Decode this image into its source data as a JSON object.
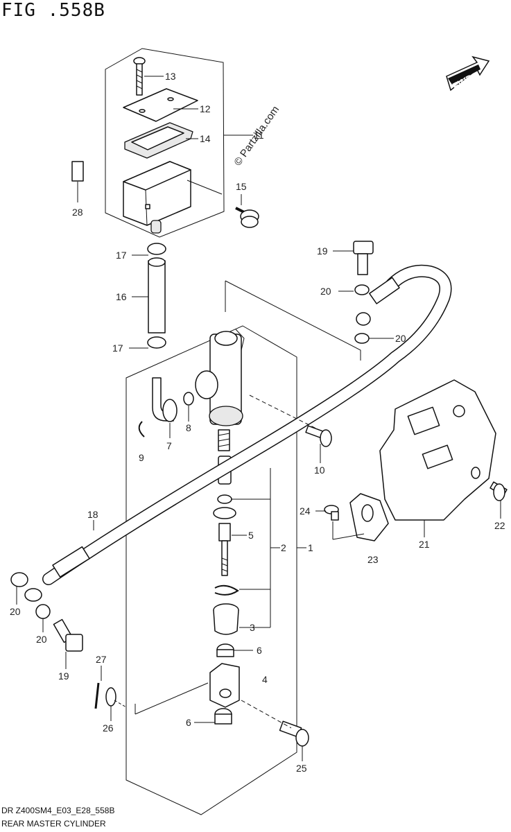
{
  "figure": {
    "title": "FIG .558B",
    "footer_code": "DR Z400SM4_E03_E28_558B",
    "footer_name": "REAR MASTER CYLINDER",
    "watermark": "© Partzilla.com",
    "fwd_label": "FWD"
  },
  "callouts": [
    {
      "id": "c13",
      "text": "13"
    },
    {
      "id": "c12",
      "text": "12"
    },
    {
      "id": "c14",
      "text": "14"
    },
    {
      "id": "c11",
      "text": "11"
    },
    {
      "id": "c15",
      "text": "15"
    },
    {
      "id": "c28",
      "text": "28"
    },
    {
      "id": "c17a",
      "text": "17"
    },
    {
      "id": "c16",
      "text": "16"
    },
    {
      "id": "c17b",
      "text": "17"
    },
    {
      "id": "c19a",
      "text": "19"
    },
    {
      "id": "c20a",
      "text": "20"
    },
    {
      "id": "c20b",
      "text": "20"
    },
    {
      "id": "c7",
      "text": "7"
    },
    {
      "id": "c8",
      "text": "8"
    },
    {
      "id": "c9",
      "text": "9"
    },
    {
      "id": "c10",
      "text": "10"
    },
    {
      "id": "c18",
      "text": "18"
    },
    {
      "id": "c5",
      "text": "5"
    },
    {
      "id": "c2",
      "text": "2"
    },
    {
      "id": "c1",
      "text": "1"
    },
    {
      "id": "c3",
      "text": "3"
    },
    {
      "id": "c6a",
      "text": "6"
    },
    {
      "id": "c4",
      "text": "4"
    },
    {
      "id": "c6b",
      "text": "6"
    },
    {
      "id": "c24",
      "text": "24"
    },
    {
      "id": "c23",
      "text": "23"
    },
    {
      "id": "c21",
      "text": "21"
    },
    {
      "id": "c22",
      "text": "22"
    },
    {
      "id": "c20c",
      "text": "20"
    },
    {
      "id": "c20d",
      "text": "20"
    },
    {
      "id": "c19b",
      "text": "19"
    },
    {
      "id": "c27",
      "text": "27"
    },
    {
      "id": "c26",
      "text": "26"
    },
    {
      "id": "c25",
      "text": "25"
    }
  ]
}
